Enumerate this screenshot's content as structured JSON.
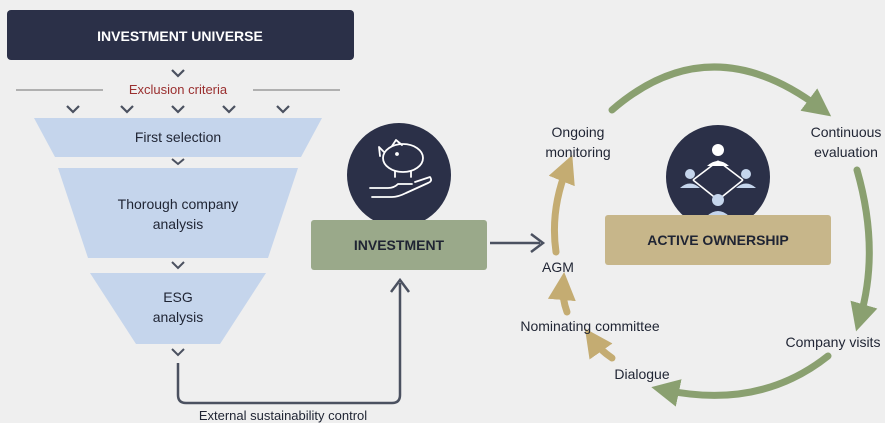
{
  "funnel": {
    "universe_label": "INVESTMENT UNIVERSE",
    "exclusion_label": "Exclusion criteria",
    "stages": [
      {
        "lines": [
          "First selection"
        ]
      },
      {
        "lines": [
          "Thorough company",
          "analysis"
        ]
      },
      {
        "lines": [
          "ESG",
          "analysis"
        ]
      }
    ],
    "external_control_label": "External sustainability control"
  },
  "investment": {
    "label": "INVESTMENT",
    "icon": "piggy-bank-hand-icon"
  },
  "ownership": {
    "label": "ACTIVE OWNERSHIP",
    "icon": "people-network-icon",
    "cycle_steps": {
      "ongoing_monitoring": [
        "Ongoing",
        "monitoring"
      ],
      "continuous_evaluation": [
        "Continuous",
        "evaluation"
      ],
      "company_visits": "Company visits",
      "dialogue": "Dialogue",
      "nominating_committee": "Nominating committee",
      "agm": "AGM"
    }
  },
  "colors": {
    "background": "#efefef",
    "navy": "#2b3048",
    "funnel_blue": "#c5d5ec",
    "green_box": "#9aa98a",
    "gold_box": "#c7b68a",
    "arrow_gray": "#4b5160",
    "exclusion_red": "#9a2f2f",
    "cycle_green": "#8aa070",
    "cycle_gold": "#c4ac72"
  }
}
